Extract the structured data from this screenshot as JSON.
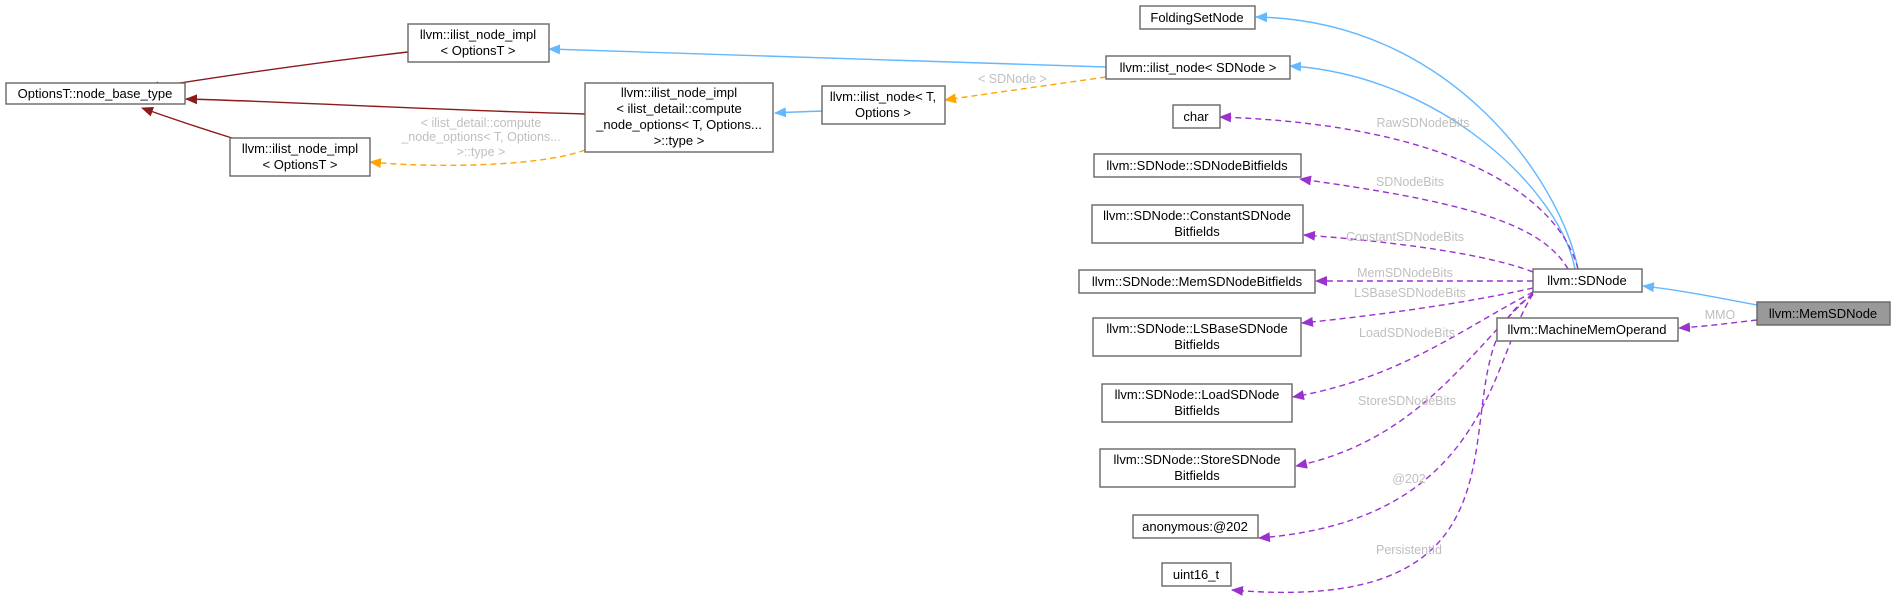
{
  "colors": {
    "inherit_edge": "#63b8ff",
    "base_edge": "#8b1a1a",
    "template_edge": "#ffa500",
    "member_edge": "#9a32cd",
    "label_text": "#bfbfbf",
    "focus_fill": "#999999"
  },
  "nodes": {
    "node_base_type": {
      "lines": [
        "OptionsT::node_base_type"
      ]
    },
    "ilist_node_impl_top": {
      "lines": [
        "llvm::ilist_node_impl",
        "< OptionsT >"
      ]
    },
    "ilist_node_impl_bottom": {
      "lines": [
        "llvm::ilist_node_impl",
        "< OptionsT >"
      ]
    },
    "ilist_node_impl_compute": {
      "lines": [
        "llvm::ilist_node_impl",
        "< ilist_detail::compute",
        "_node_options< T, Options...",
        ">::type >"
      ]
    },
    "ilist_node_t": {
      "lines": [
        "llvm::ilist_node< T,",
        "Options >"
      ]
    },
    "folding_set_node": {
      "lines": [
        "FoldingSetNode"
      ]
    },
    "ilist_node_sdnode": {
      "lines": [
        "llvm::ilist_node< SDNode >"
      ]
    },
    "char": {
      "lines": [
        "char"
      ]
    },
    "sdnode_bitfields": {
      "lines": [
        "llvm::SDNode::SDNodeBitfields"
      ]
    },
    "constant_bitfields": {
      "lines": [
        "llvm::SDNode::ConstantSDNode",
        "Bitfields"
      ]
    },
    "mem_bitfields": {
      "lines": [
        "llvm::SDNode::MemSDNodeBitfields"
      ]
    },
    "lsbase_bitfields": {
      "lines": [
        "llvm::SDNode::LSBaseSDNode",
        "Bitfields"
      ]
    },
    "load_bitfields": {
      "lines": [
        "llvm::SDNode::LoadSDNode",
        "Bitfields"
      ]
    },
    "store_bitfields": {
      "lines": [
        "llvm::SDNode::StoreSDNode",
        "Bitfields"
      ]
    },
    "anonymous": {
      "lines": [
        "anonymous:@202"
      ]
    },
    "uint16": {
      "lines": [
        "uint16_t"
      ]
    },
    "sdnode": {
      "lines": [
        "llvm::SDNode"
      ]
    },
    "machine_mem_operand": {
      "lines": [
        "llvm::MachineMemOperand"
      ]
    },
    "mem_sdnode": {
      "lines": [
        "llvm::MemSDNode"
      ]
    }
  },
  "edge_labels": {
    "sdnode_tmpl": "< SDNode >",
    "compute_tmpl": [
      "< ilist_detail::compute",
      "_node_options< T, Options...",
      ">::type >"
    ],
    "raw": "RawSDNodeBits",
    "sdnodebits": "SDNodeBits",
    "constant": "ConstantSDNodeBits",
    "mem": "MemSDNodeBits",
    "lsbase": "LSBaseSDNodeBits",
    "load": "LoadSDNodeBits",
    "store": "StoreSDNodeBits",
    "anon": "@202",
    "persistent": "PersistentId",
    "mmo": "MMO"
  }
}
